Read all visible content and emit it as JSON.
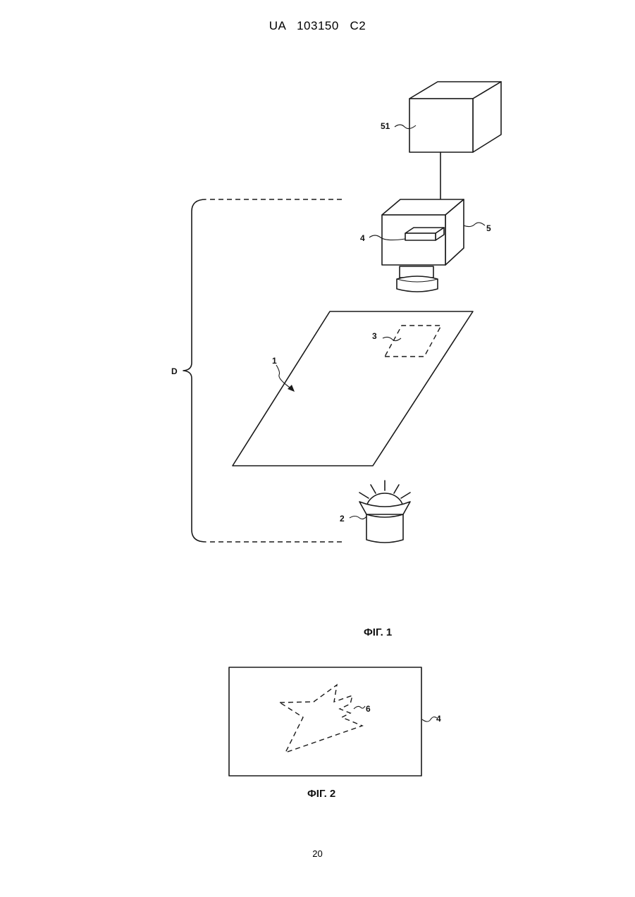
{
  "header": {
    "text": "UA   103150   C2"
  },
  "figure1": {
    "caption": "ФІГ. 1",
    "labels": {
      "unit_51": "51",
      "camera": "5",
      "sensor": "4",
      "zone": "3",
      "document": "1",
      "light": "2",
      "distance": "D"
    }
  },
  "figure2": {
    "caption": "ФІГ. 2",
    "labels": {
      "shape": "6",
      "frame": "4"
    }
  },
  "footer": {
    "page_number": "20"
  }
}
